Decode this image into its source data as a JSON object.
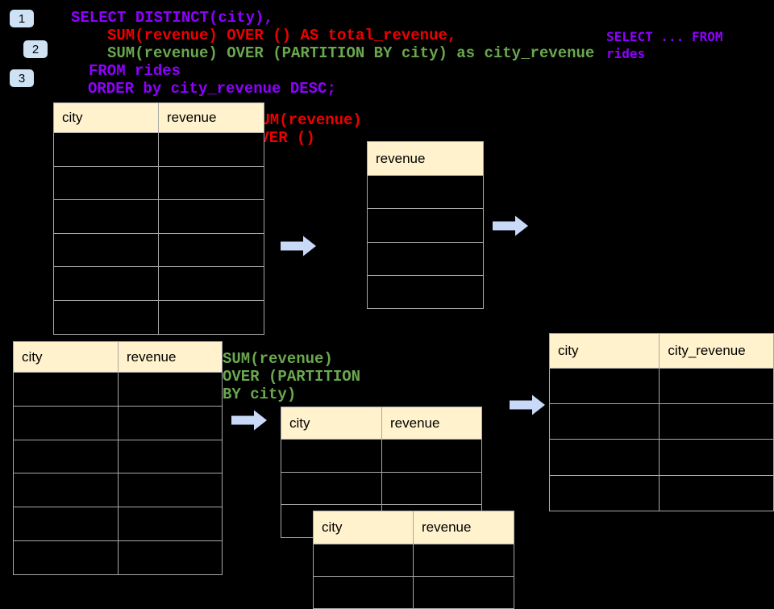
{
  "slide": {
    "step_badges": [
      {
        "label": "1"
      },
      {
        "label": "2"
      },
      {
        "label": "3"
      }
    ],
    "sql_code": {
      "lines": [
        {
          "text": "SELECT DISTINCT(city),",
          "color": "purple"
        },
        {
          "text": "SUM(revenue) OVER () AS total_revenue,",
          "color": "red"
        },
        {
          "text": "SUM(revenue) OVER (PARTITION BY city) as city_revenue",
          "color": "green"
        },
        {
          "text": "FROM rides",
          "color": "purple"
        },
        {
          "text": "ORDER by city_revenue DESC;",
          "color": "purple"
        }
      ]
    },
    "side_note": {
      "color": "purple",
      "lines": [
        "SELECT ... FROM",
        "rides"
      ]
    },
    "annotations": [
      {
        "id": "total-revenue-note",
        "color": "red",
        "lines": [
          "SUM(revenue)",
          "OVER ()"
        ]
      },
      {
        "id": "partition-note",
        "color": "green",
        "lines": [
          "SUM(revenue)",
          "OVER (PARTITION",
          "BY city)"
        ]
      }
    ],
    "tables": {
      "rides_source_top": {
        "columns": [
          "city",
          "revenue"
        ],
        "empty_row_count": 6
      },
      "total_revenue_result": {
        "columns": [
          "revenue"
        ],
        "empty_row_count": 4
      },
      "rides_source_bottom": {
        "columns": [
          "city",
          "revenue"
        ],
        "empty_row_count": 6
      },
      "partition_step": {
        "columns": [
          "city",
          "revenue"
        ],
        "empty_row_count": 3
      },
      "partition_step_overlay": {
        "columns": [
          "city",
          "revenue"
        ],
        "empty_row_count": 2
      },
      "city_revenue_result": {
        "columns": [
          "city",
          "city_revenue"
        ],
        "empty_row_count": 4
      }
    },
    "colors": {
      "background": "#000000",
      "sql_purple": "#8f00ff",
      "sql_red": "#ee0000",
      "sql_green": "#6aa84f",
      "table_header_fill": "#fff2cc",
      "table_border": "#a8a8a8",
      "arrow_fill": "#c9daf8",
      "badge_fill": "#cfe2f3"
    }
  }
}
